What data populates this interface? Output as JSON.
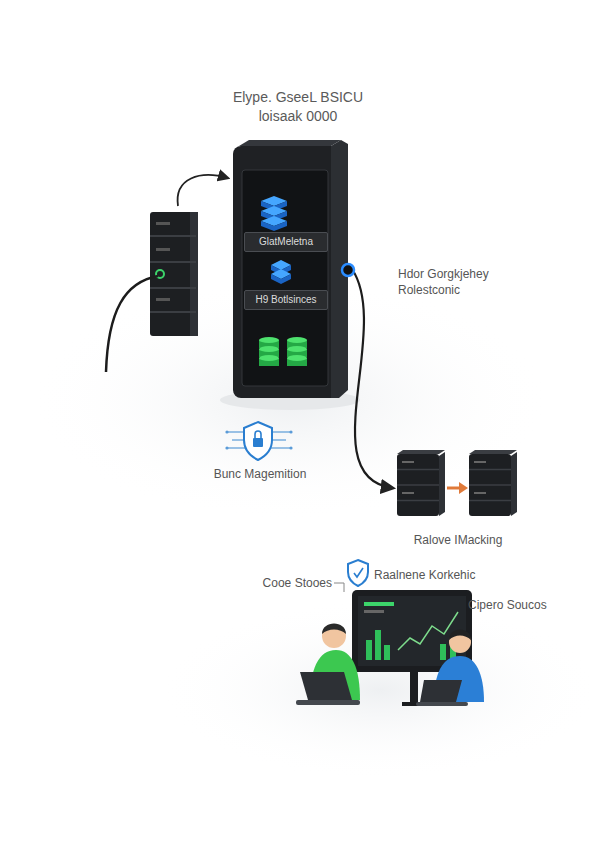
{
  "diagram": {
    "title": "Elype. GseeL BSICU loisaak 0000",
    "nodes": [
      {
        "text": [
          "GlatMeletna",
          "H9 Botlsinces"
        ]
      },
      {
        "text": [
          "Ralove IMacking"
        ]
      }
    ],
    "edges": [
      {
        "from": 0,
        "to": 1,
        "arrow": "to"
      }
    ],
    "labels": [
      "Hdor Gorgkjehey Rolestconic",
      "Bunc Magemition",
      "Raalnene Korkehic",
      "Cooe Stooes",
      "Cipero Soucos"
    ]
  }
}
